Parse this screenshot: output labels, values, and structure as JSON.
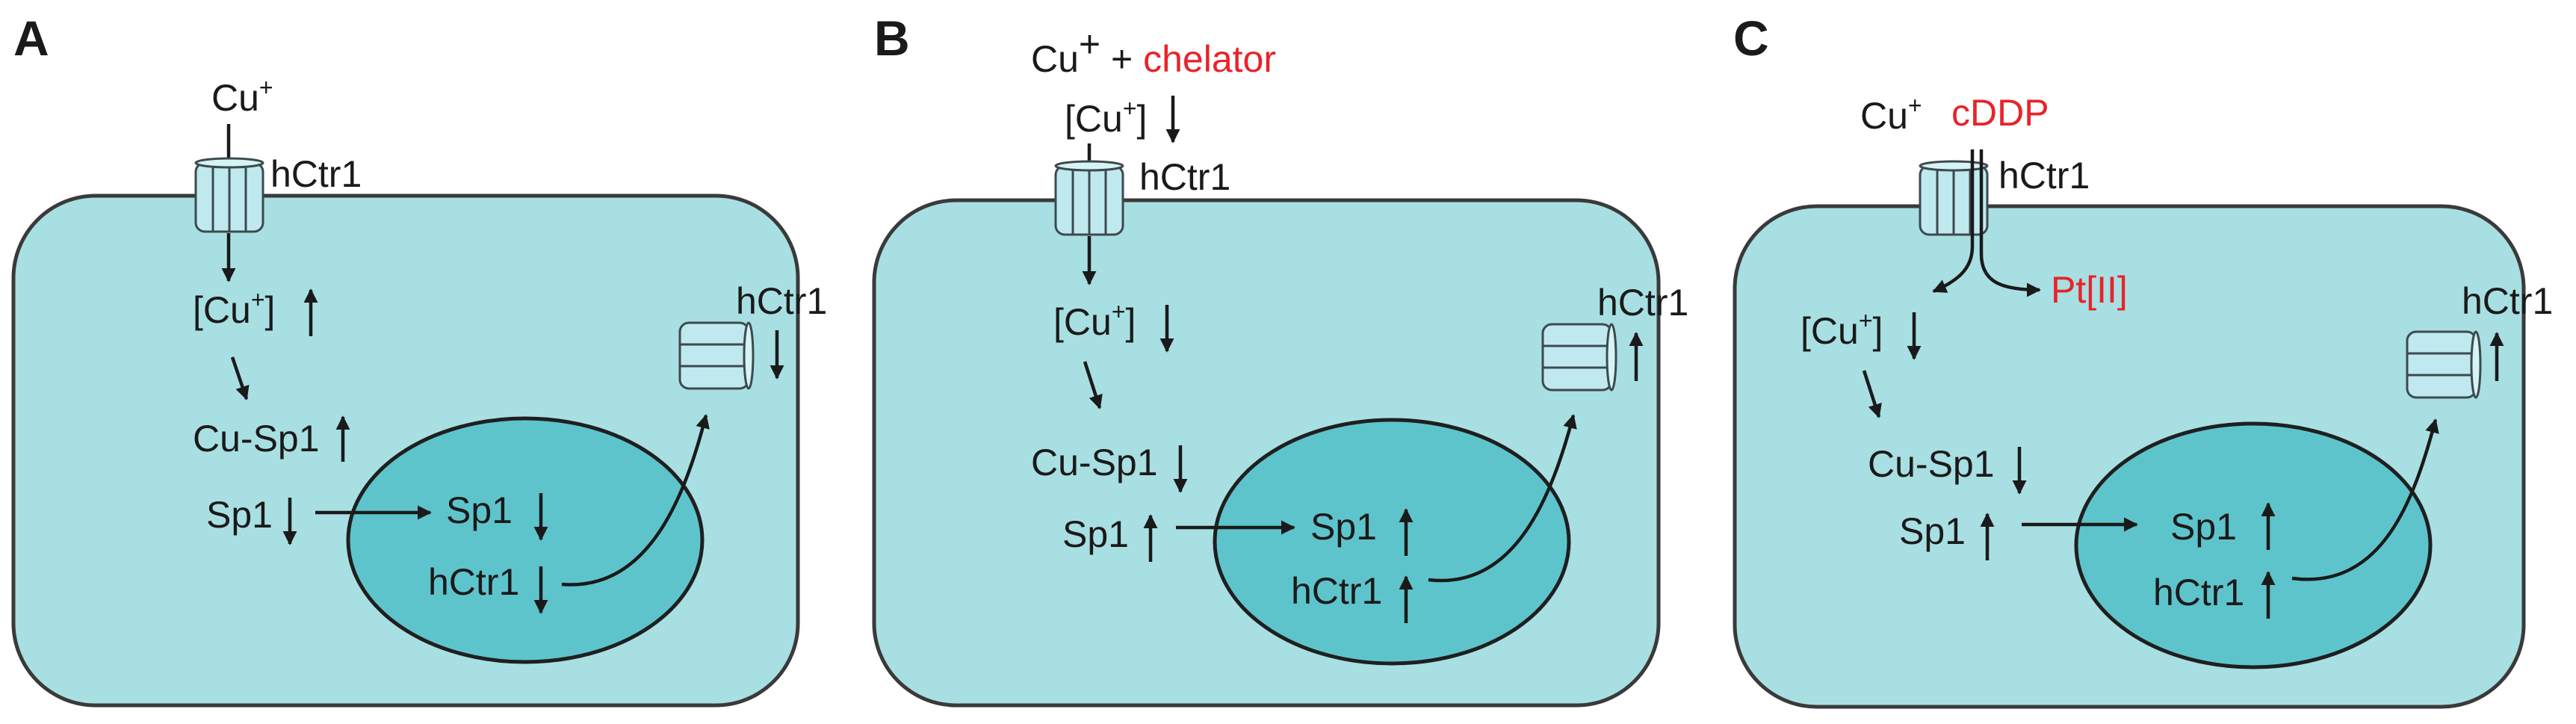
{
  "panels": [
    {
      "letter": "A",
      "cu_label": "Cu",
      "cu_sup": "+",
      "channel_top_label": "hCtr1",
      "channel_side_label": "hCtr1",
      "side_dir": "down",
      "cu_in_label": "[Cu",
      "cu_in_sup": "+",
      "cu_in_close": "]",
      "cu_in_dir": "up",
      "cusp1_label": "Cu-Sp1",
      "cusp1_dir": "up",
      "sp1_label": "Sp1",
      "sp1_dir": "down",
      "nuc_sp1_label": "Sp1",
      "nuc_sp1_dir": "down",
      "nuc_hctr1_label": "hCtr1",
      "nuc_hctr1_dir": "down"
    },
    {
      "letter": "B",
      "cu_label": "Cu",
      "cu_sup": "+",
      "plus_text": " + ",
      "chelator_label": "chelator",
      "outside_label": "[Cu",
      "outside_sup": "+",
      "outside_close": "]",
      "outside_dir": "down",
      "channel_top_label": "hCtr1",
      "channel_side_label": "hCtr1",
      "side_dir": "up",
      "cu_in_label": "[Cu",
      "cu_in_sup": "+",
      "cu_in_close": "]",
      "cu_in_dir": "down",
      "cusp1_label": "Cu-Sp1",
      "cusp1_dir": "down",
      "sp1_label": "Sp1",
      "sp1_dir": "up",
      "nuc_sp1_label": "Sp1",
      "nuc_sp1_dir": "up",
      "nuc_hctr1_label": "hCtr1",
      "nuc_hctr1_dir": "up"
    },
    {
      "letter": "C",
      "cu_label": "Cu",
      "cu_sup": "+",
      "cddp_label": "cDDP",
      "pt_label": "Pt[II]",
      "channel_top_label": "hCtr1",
      "channel_side_label": "hCtr1",
      "side_dir": "up",
      "cu_in_label": "[Cu",
      "cu_in_sup": "+",
      "cu_in_close": "]",
      "cu_in_dir": "down",
      "cusp1_label": "Cu-Sp1",
      "cusp1_dir": "down",
      "sp1_label": "Sp1",
      "sp1_dir": "up",
      "nuc_sp1_label": "Sp1",
      "nuc_sp1_dir": "up",
      "nuc_hctr1_label": "hCtr1",
      "nuc_hctr1_dir": "up"
    }
  ],
  "colors": {
    "cell_fill": "#a8dfe2",
    "nucleus_fill": "#5ec4cc",
    "channel_fill": "#bfe9ee",
    "highlight_red": "#e8232a",
    "text": "#1a1a1a"
  }
}
